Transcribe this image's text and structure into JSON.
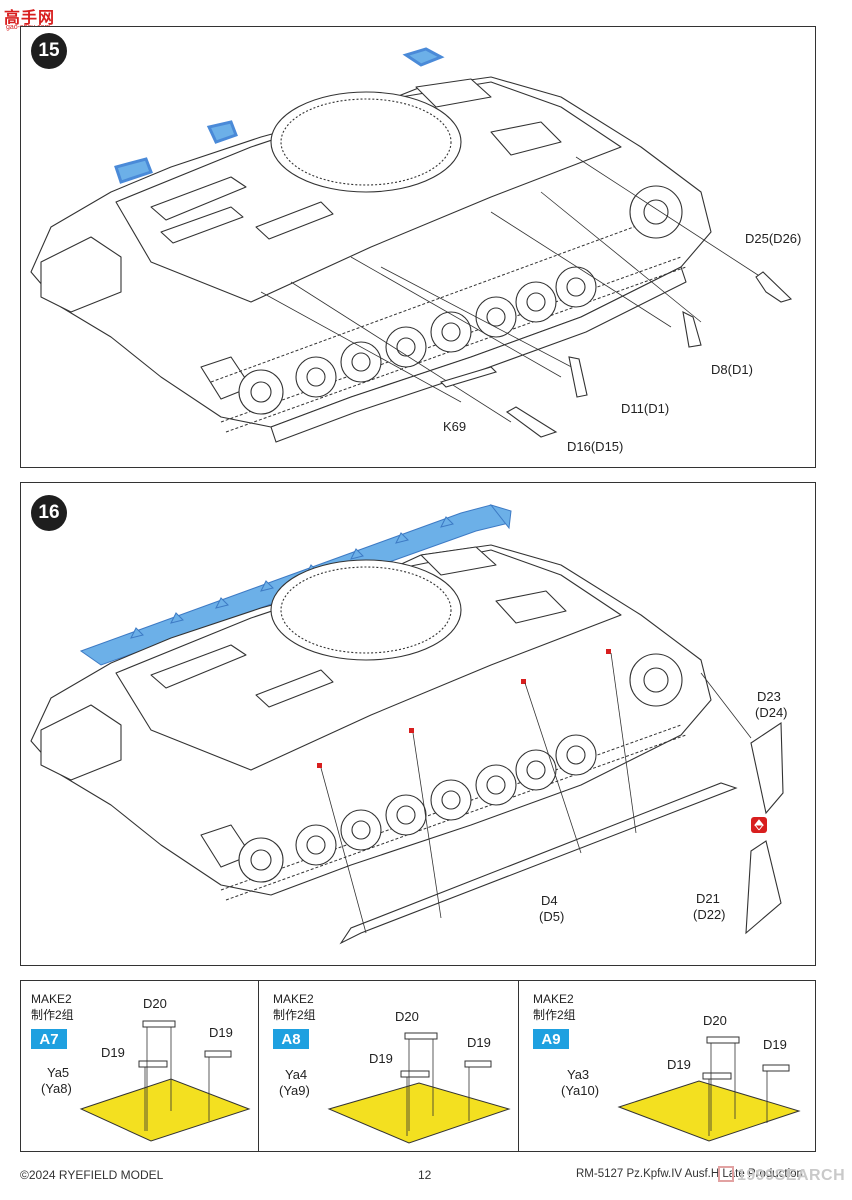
{
  "watermark_top": {
    "text": "高手网",
    "url": "gao-shou.com"
  },
  "step15": {
    "number": "15",
    "labels": {
      "d25": "D25(D26)",
      "d8": "D8(D1)",
      "d11": "D11(D1)",
      "k69": "K69",
      "d16": "D16(D15)"
    }
  },
  "step16": {
    "number": "16",
    "labels": {
      "d23": "D23",
      "d24": "(D24)",
      "d21": "D21",
      "d22": "(D22)",
      "d4": "D4",
      "d5": "(D5)"
    }
  },
  "subassemblies": [
    {
      "make": "MAKE2",
      "make_cn": "制作2组",
      "tag": "A7",
      "top_part": "D20",
      "left_part": "D19",
      "right_part": "D19",
      "plate": "Ya5",
      "plate_alt": "(Ya8)"
    },
    {
      "make": "MAKE2",
      "make_cn": "制作2组",
      "tag": "A8",
      "top_part": "D20",
      "left_part": "D19",
      "right_part": "D19",
      "plate": "Ya4",
      "plate_alt": "(Ya9)"
    },
    {
      "make": "MAKE2",
      "make_cn": "制作2组",
      "tag": "A9",
      "top_part": "D20",
      "left_part": "D19",
      "right_part": "D19",
      "plate": "Ya3",
      "plate_alt": "(Ya10)"
    }
  ],
  "footer": {
    "copyright": "©2024 RYEFIELD MODEL",
    "page": "12",
    "product": "RM-5127 Pz.Kpfw.IV Ausf.H Late Production"
  },
  "watermark_bottom": {
    "text": "1999SEARCH"
  },
  "colors": {
    "accent_blue": "#1ea0e0",
    "plate_yellow": "#f3e020",
    "badge_black": "#1e1e1e",
    "highlight_blue": "#6cb0e8",
    "highlight_red": "#d81e1e"
  }
}
